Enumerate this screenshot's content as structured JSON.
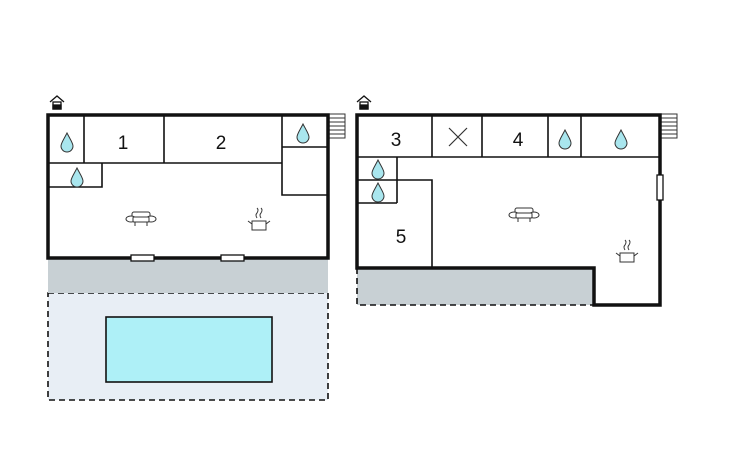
{
  "floorplan": {
    "rooms": [
      {
        "label": "1"
      },
      {
        "label": "2"
      },
      {
        "label": "3"
      },
      {
        "label": "4"
      },
      {
        "label": "5"
      }
    ],
    "colors": {
      "terrace": "#c8d0d4",
      "outdoor_area": "#e8eef5",
      "pool": "#aef0f7",
      "water_drop": "#a9e6ee",
      "wall": "#111111"
    }
  }
}
